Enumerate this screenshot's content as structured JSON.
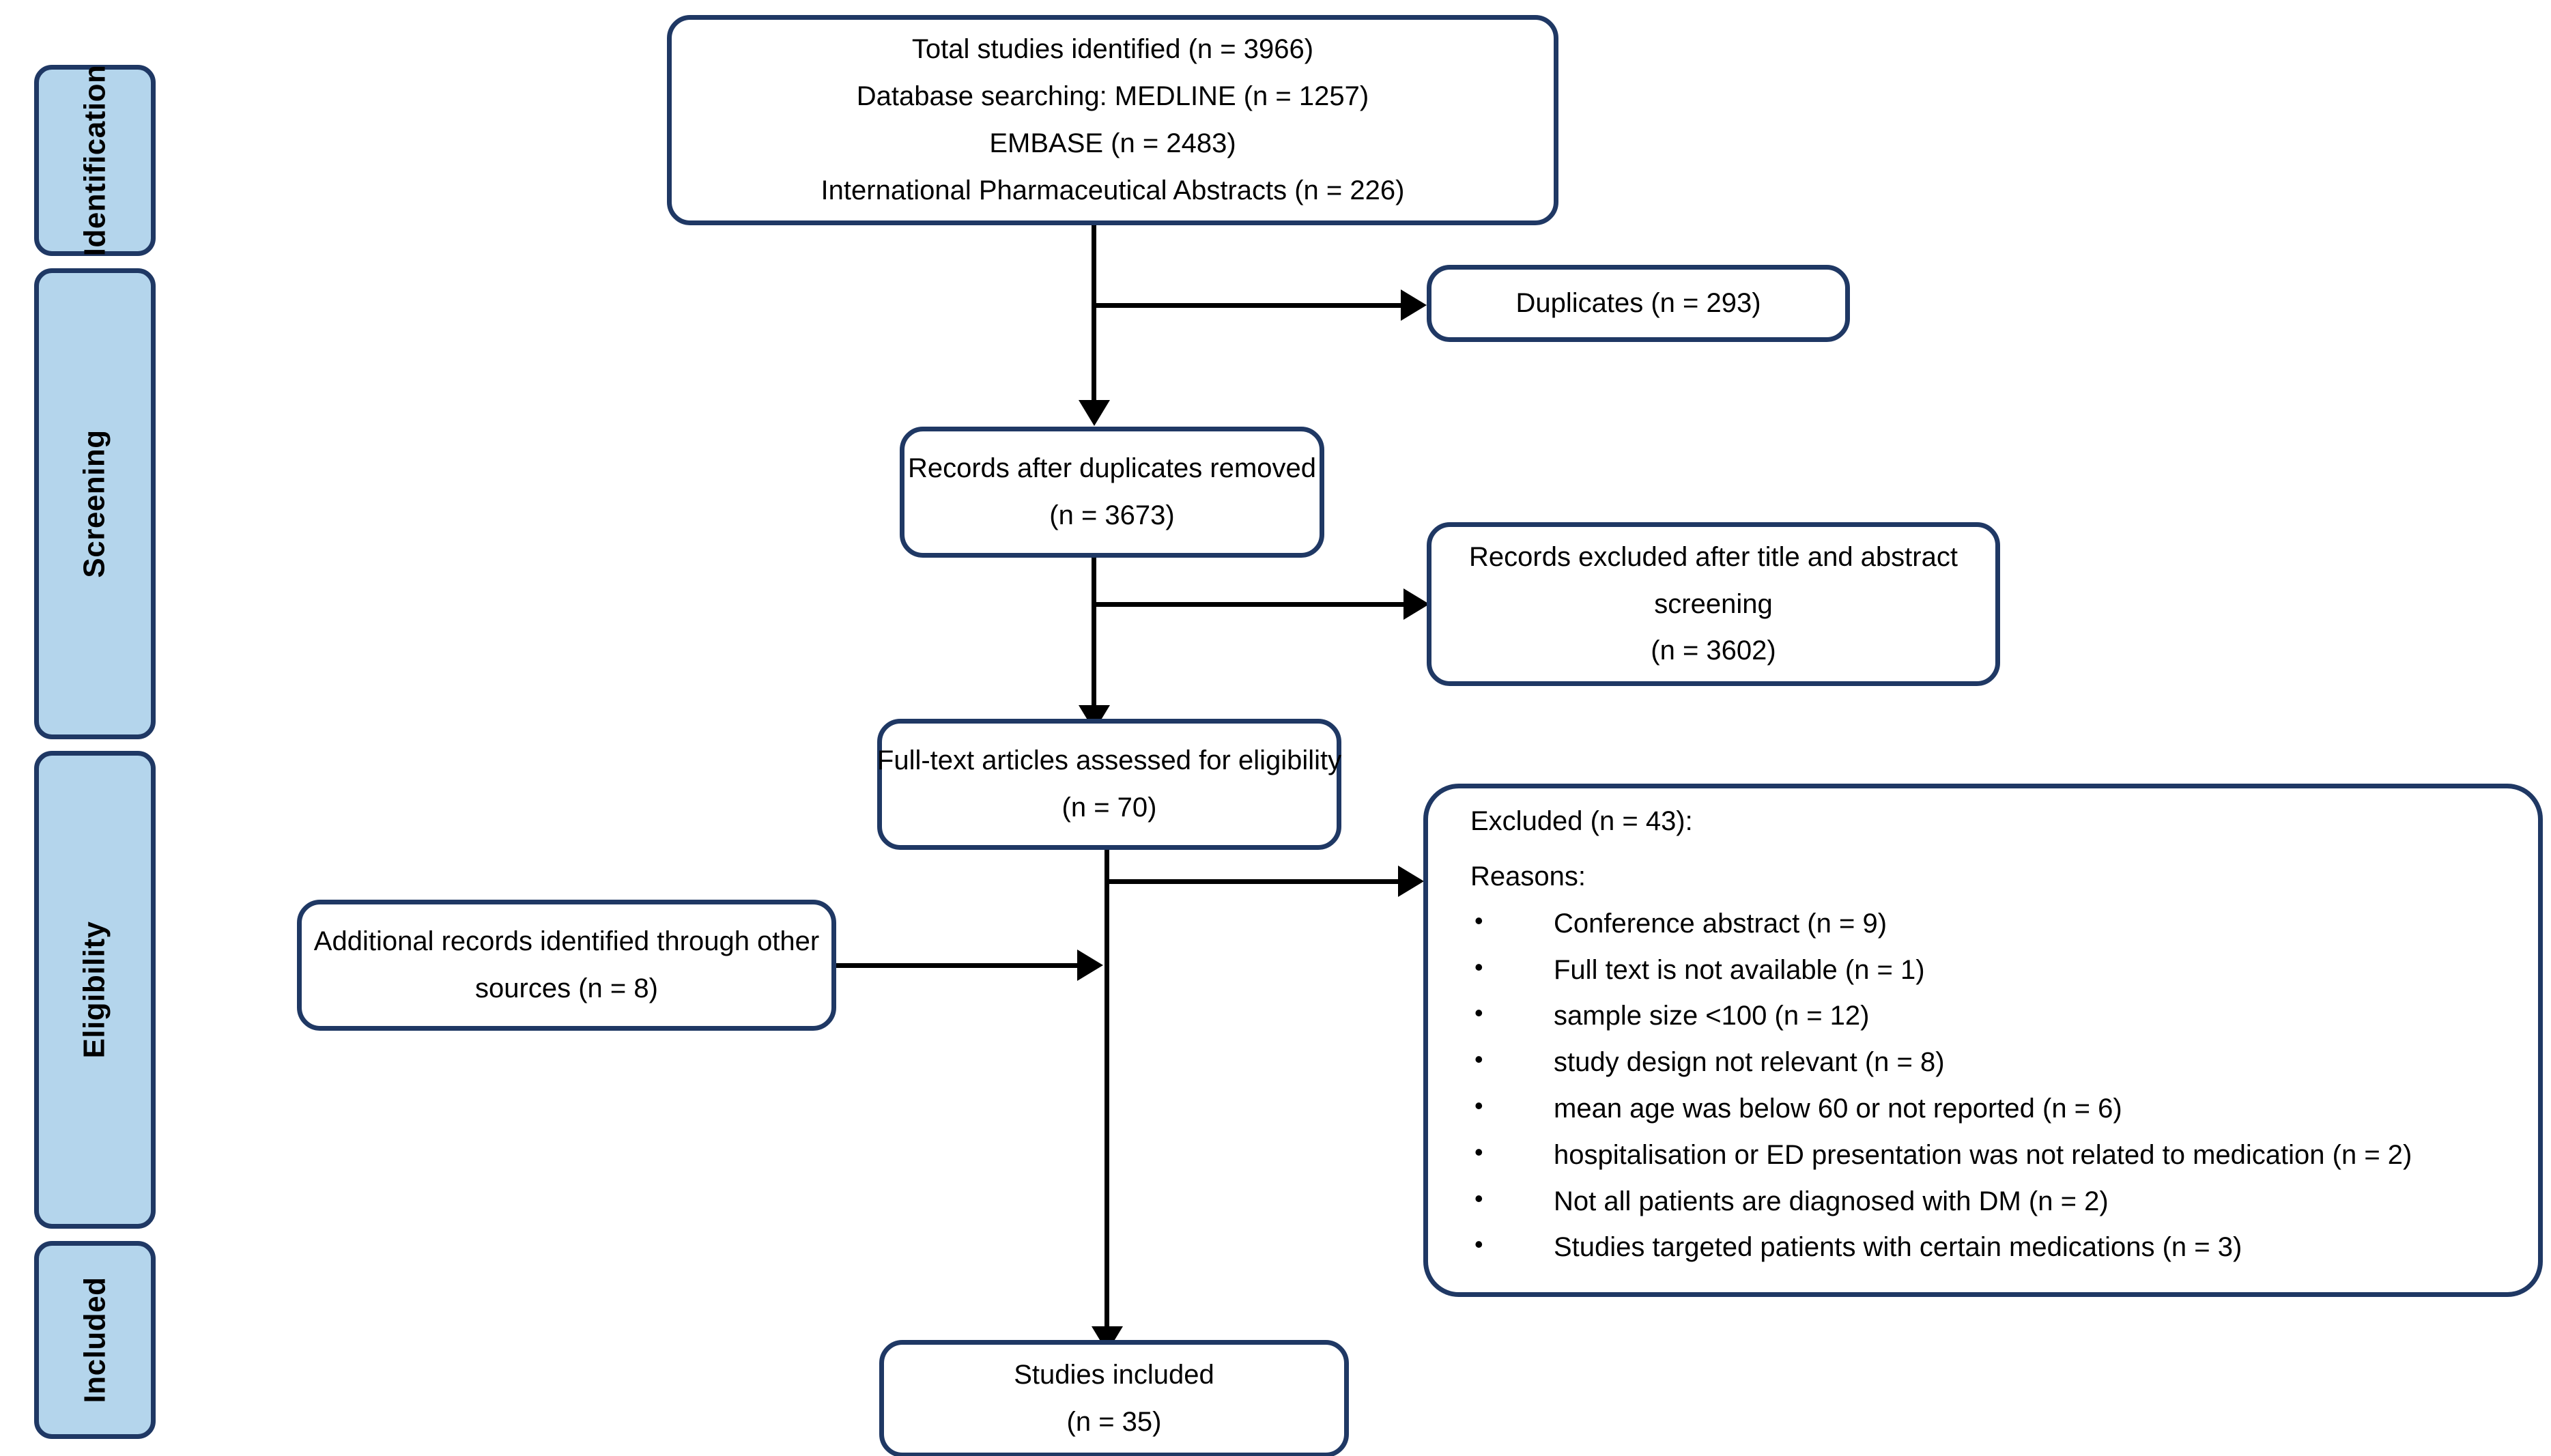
{
  "diagram": {
    "type": "PRISMA flow diagram",
    "stages": [
      {
        "label": "Identification"
      },
      {
        "label": "Screening"
      },
      {
        "label": "Eligibility"
      },
      {
        "label": "Included"
      }
    ],
    "nodes": {
      "identified": {
        "lines": [
          "Total studies identified (n = 3966)",
          "Database searching: MEDLINE (n = 1257)",
          "EMBASE (n = 2483)",
          "International Pharmaceutical Abstracts (n = 226)"
        ]
      },
      "duplicates": {
        "lines": [
          "Duplicates (n = 293)"
        ]
      },
      "after_duplicates": {
        "lines": [
          "Records after duplicates removed",
          "(n = 3673)"
        ]
      },
      "excluded_screening": {
        "lines": [
          "Records excluded after title and abstract",
          "screening",
          "(n = 3602)"
        ]
      },
      "fulltext": {
        "lines": [
          "Full-text articles assessed for eligibility",
          "(n = 70)"
        ]
      },
      "additional_records": {
        "lines": [
          "Additional records identified through other",
          "sources (n = 8)"
        ]
      },
      "included": {
        "lines": [
          "Studies included",
          "(n = 35)"
        ]
      }
    },
    "excluded_detail": {
      "heading": "Excluded (n = 43):",
      "subheading": "Reasons:",
      "reasons": [
        "Conference abstract (n = 9)",
        "Full text is not available (n = 1)",
        "sample size <100 (n = 12)",
        "study design not relevant (n = 8)",
        "mean age was below 60 or not reported (n = 6)",
        "hospitalisation or ED presentation was not related to medication (n = 2)",
        "Not all patients are diagnosed with DM (n = 2)",
        "Studies targeted patients with certain medications (n = 3)"
      ]
    },
    "colors": {
      "border": "#1F3864",
      "stage_fill": "#B4D5EC",
      "connector": "#000000",
      "text": "#000000",
      "background": "#FFFFFF"
    }
  }
}
